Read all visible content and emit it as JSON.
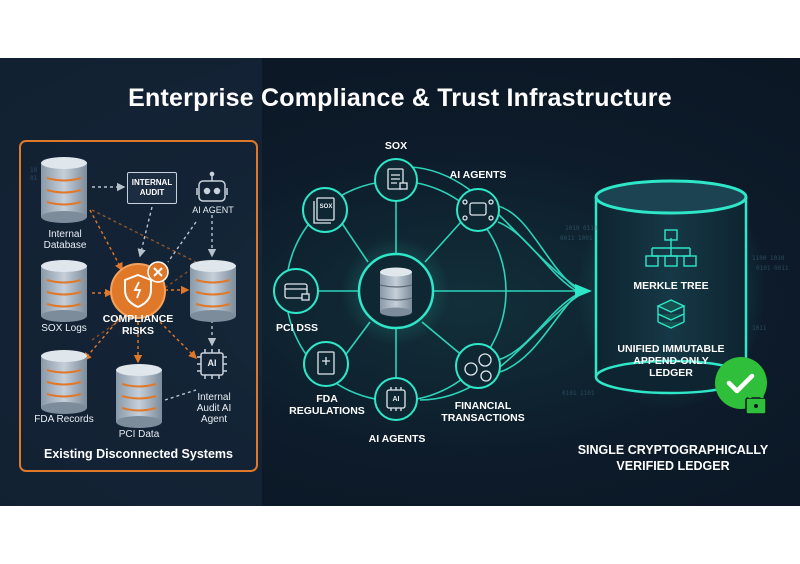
{
  "title": "Enterprise Compliance & Trust Infrastructure",
  "left_panel": {
    "caption": "Existing Disconnected Systems",
    "internal_database": "Internal Database",
    "internal_audit": "INTERNAL AUDIT",
    "ai_agent": "AI AGENT",
    "compliance_risks": "COMPLIANCE RISKS",
    "sox_logs": "SOX Logs",
    "fda_records": "FDA Records",
    "pci_data": "PCI Data",
    "internal_audit_ai_agent": "Internal Audit AI Agent",
    "ai_chip": "AI"
  },
  "hub": {
    "sox": "SOX",
    "ai_agents_top": "AI AGENTS",
    "pci_dss": "PCI DSS",
    "fda_regulations": "FDA REGULATIONS",
    "ai_agents_bottom": "AI AGENTS",
    "financial_transactions": "FINANCIAL TRANSACTIONS",
    "sox_doc": "SOX",
    "ai_chip": "AI"
  },
  "ledger": {
    "merkle_tree": "MERKLE TREE",
    "unified_ledger": "UNIFIED IMMUTABLE APPEND-ONLY LEDGER",
    "caption": "SINGLE CRYPTOGRAPHICALLY VERIFIED LEDGER"
  },
  "colors": {
    "accent_orange": "#e0782a",
    "accent_teal": "#2ee6c8",
    "check_green": "#2fbf3a",
    "background": "#0c1724"
  }
}
